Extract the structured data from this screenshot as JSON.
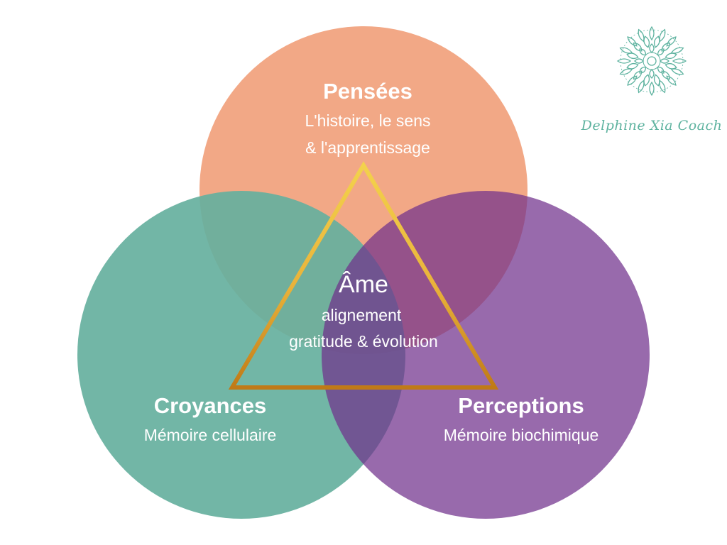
{
  "colors": {
    "pensees": "#f2a886",
    "croyances": "#66b09e",
    "perceptions": "#70308c",
    "triangle_light": "#f3d24c",
    "triangle_dark": "#c07a17",
    "brand": "#5fb3a0"
  },
  "pensees": {
    "title": "Pensées",
    "line1": "L'histoire, le sens",
    "line2": "& l'apprentissage"
  },
  "croyances": {
    "title": "Croyances",
    "line1": "Mémoire cellulaire"
  },
  "perceptions": {
    "title": "Perceptions",
    "line1": "Mémoire biochimique"
  },
  "center": {
    "title": "Âme",
    "line1": "alignement",
    "line2": "gratitude & évolution"
  },
  "brand": {
    "name": "Delphine Xia Coach",
    "icon": "mandala-icon"
  }
}
